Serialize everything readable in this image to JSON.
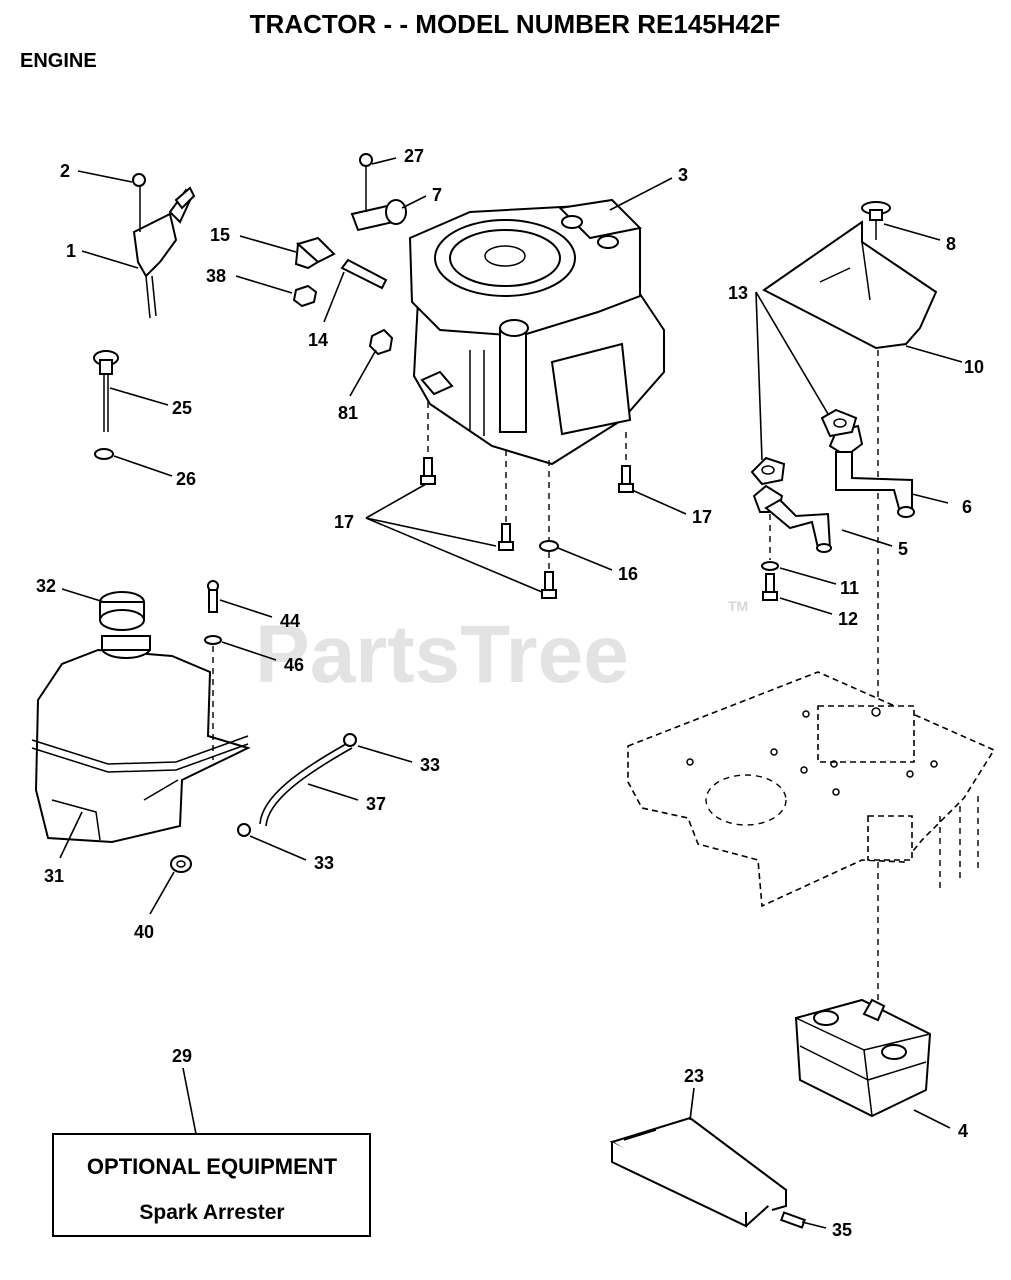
{
  "header": {
    "title": "TRACTOR - - MODEL NUMBER RE145H42F",
    "section": "ENGINE"
  },
  "watermark": {
    "text": "PartsTree",
    "trademark": "TM"
  },
  "callouts": {
    "c1": "1",
    "c2": "2",
    "c3": "3",
    "c4": "4",
    "c5": "5",
    "c6": "6",
    "c7": "7",
    "c8": "8",
    "c10": "10",
    "c11": "11",
    "c12": "12",
    "c13": "13",
    "c14": "14",
    "c15": "15",
    "c16": "16",
    "c17a": "17",
    "c17b": "17",
    "c23": "23",
    "c25": "25",
    "c26": "26",
    "c27": "27",
    "c29": "29",
    "c31": "31",
    "c32": "32",
    "c33a": "33",
    "c33b": "33",
    "c35": "35",
    "c37": "37",
    "c38": "38",
    "c40": "40",
    "c44": "44",
    "c46": "46",
    "c81": "81"
  },
  "optional_box": {
    "title": "OPTIONAL EQUIPMENT",
    "item": "Spark Arrester"
  },
  "colors": {
    "ink": "#000000",
    "paper": "#ffffff",
    "watermark": "#e3e3e3"
  }
}
